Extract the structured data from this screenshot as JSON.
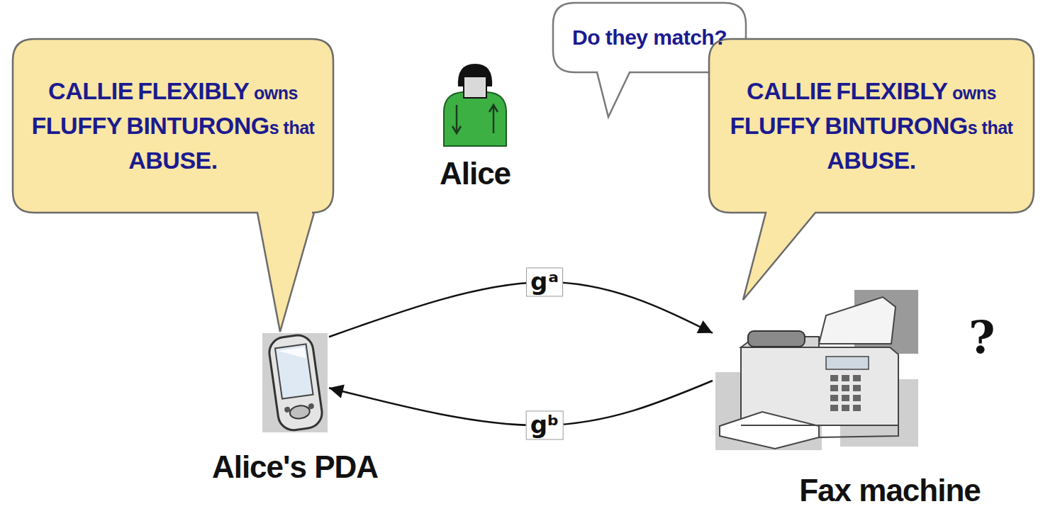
{
  "diagram": {
    "nodes": [
      {
        "text": [
          "Alice"
        ]
      },
      {
        "text": [
          "Do they match?"
        ]
      },
      {
        "text": [
          "CALLIE FLEXIBLY owns FLUFFY BINTURONGs that ABUSE."
        ]
      },
      {
        "text": [
          "Alice's PDA"
        ]
      },
      {
        "text": [
          "CALLIE FLEXIBLY owns FLUFFY BINTURONGs that ABUSE."
        ]
      },
      {
        "text": [
          "Fax machine"
        ]
      }
    ],
    "edges": [
      {
        "from": 3,
        "to": 5,
        "label": "gᵃ",
        "arrow": "to"
      },
      {
        "from": 5,
        "to": 3,
        "label": "gᵇ",
        "arrow": "to"
      }
    ],
    "labels": [
      "?"
    ]
  }
}
